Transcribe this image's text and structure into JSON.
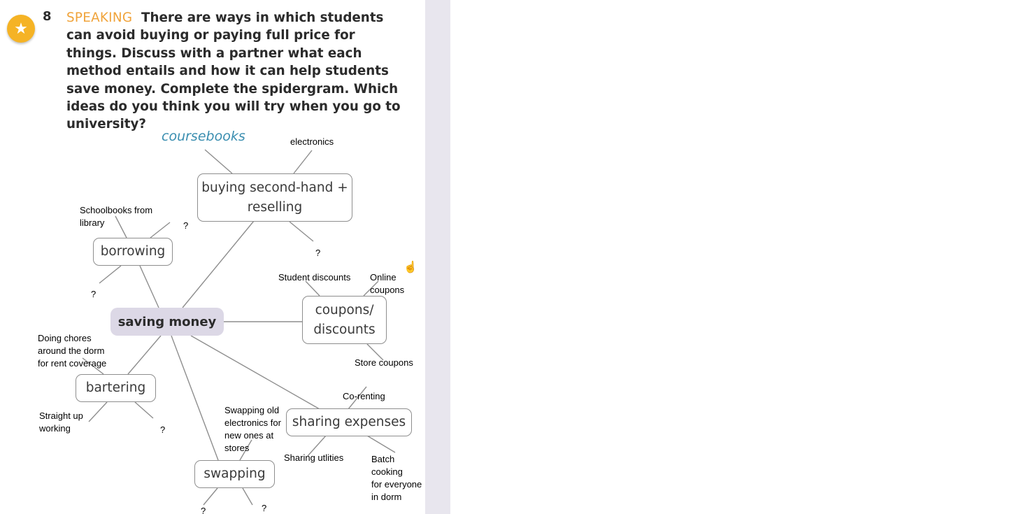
{
  "exercise": {
    "number": "8",
    "heading": "SPEAKING",
    "instruction": "There are ways in which students can avoid buying or paying full price for things. Discuss with a partner what each method entails and how it can help students save money. Complete the spidergram. Which ideas do you think you will try when you go to university?"
  },
  "spidergram": {
    "center": "saving money",
    "branches": {
      "buying": "buying second-hand + reselling",
      "borrowing": "borrowing",
      "coupons": "coupons/ discounts",
      "bartering": "bartering",
      "swapping": "swapping",
      "sharing": "sharing expenses"
    },
    "example": "coursebooks"
  },
  "annotations": {
    "electronics": "electronics",
    "buying_q": "?",
    "schoolbooks": "Schoolbooks from\nlibrary",
    "borrowing_q1": "?",
    "borrowing_q2": "?",
    "student_discounts": "Student discounts",
    "online_coupons": "Online coupons",
    "store_coupons": "Store coupons",
    "chores": "Doing chores\naround the dorm\nfor rent coverage",
    "straight_working": "Straight up\nworking",
    "bartering_q": "?",
    "swapping_electronics": "Swapping old\nelectronics for\nnew ones at\nstores",
    "swapping_q1": "?",
    "swapping_q2": "?",
    "co_renting": "Co-renting",
    "sharing_utilities": "Sharing utlities",
    "batch_cooking": "Batch cooking\nfor everyone\nin dorm"
  },
  "icons": {
    "badge": "star-icon",
    "cursor": "hand-cursor-icon"
  },
  "colors": {
    "badge": "#f5b325",
    "speaking_heading": "#f0a33a",
    "center_fill": "#dcd8e6",
    "example_text": "#3a8eb0",
    "sidebar_strip": "#e8e6ee"
  }
}
